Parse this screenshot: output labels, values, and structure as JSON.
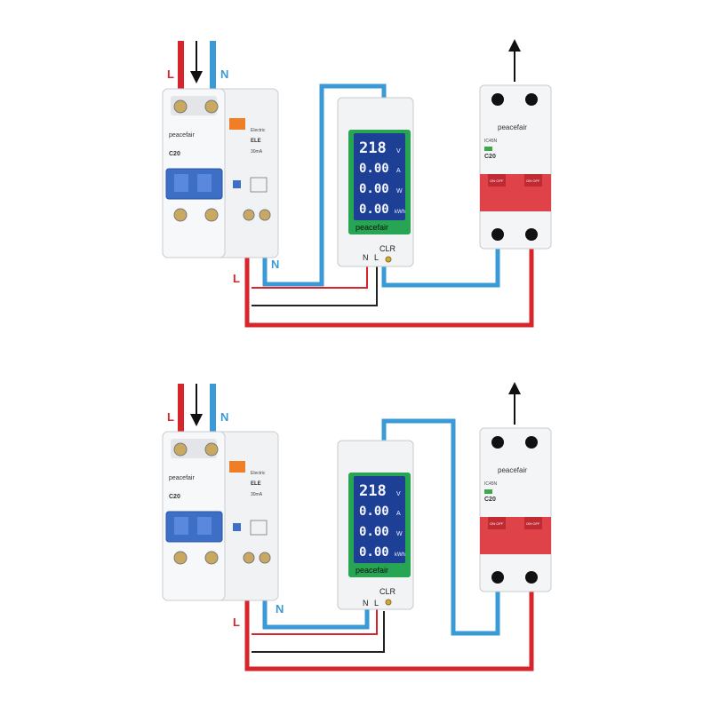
{
  "colors": {
    "live": "#d6262b",
    "neutral": "#3a9ad6",
    "earth": "#222222",
    "lcd_bg": "#1d3f96",
    "lcd_border": "#27a552",
    "handle_blue": "#3d6fc7",
    "handle_red": "#e0424a",
    "brand_orange": "#f07e27"
  },
  "icons": {
    "arrow_down": "down-arrow-icon",
    "arrow_up": "up-arrow-icon"
  },
  "diagrams": [
    {
      "variant": "meter-neutral-to-mcb",
      "labels": {
        "live_top": "L",
        "neutral_top": "N",
        "live_side": "L",
        "neutral_side": "N"
      },
      "rcbo": {
        "brand": "peacefair",
        "rating": "C20",
        "model_a": "Electric",
        "model_b": "ELE",
        "rating2": "30mA"
      },
      "meter": {
        "voltage": "218",
        "voltage_unit": "V",
        "current": "0.00",
        "current_unit": "A",
        "power": "0.00",
        "power_unit": "W",
        "energy": "0.00",
        "energy_unit": "kWh",
        "brand": "peacefair",
        "clr": "CLR",
        "term_n": "N",
        "term_l": "L"
      },
      "mcb": {
        "brand": "peacefair",
        "model": "IC45N",
        "rating": "C20",
        "switch_text": "ON·OFF"
      }
    },
    {
      "variant": "mcb-neutral-direct",
      "labels": {
        "live_top": "L",
        "neutral_top": "N",
        "live_side": "L",
        "neutral_side": "N"
      },
      "rcbo": {
        "brand": "peacefair",
        "rating": "C20",
        "model_a": "Electric",
        "model_b": "ELE",
        "rating2": "30mA"
      },
      "meter": {
        "voltage": "218",
        "voltage_unit": "V",
        "current": "0.00",
        "current_unit": "A",
        "power": "0.00",
        "power_unit": "W",
        "energy": "0.00",
        "energy_unit": "kWh",
        "brand": "peacefair",
        "clr": "CLR",
        "term_n": "N",
        "term_l": "L"
      },
      "mcb": {
        "brand": "peacefair",
        "model": "IC45N",
        "rating": "C20",
        "switch_text": "ON·OFF"
      }
    }
  ]
}
